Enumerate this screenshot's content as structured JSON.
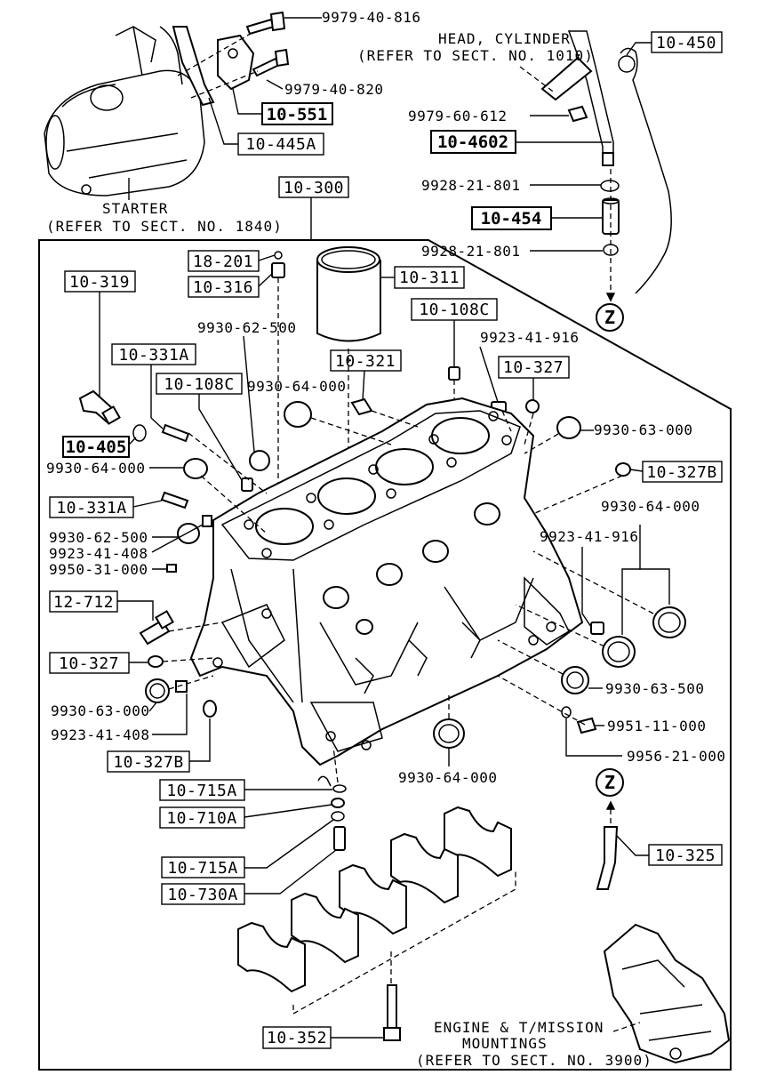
{
  "notes": {
    "head_title": "HEAD, CYLINDER",
    "head_ref": "(REFER TO SECT. NO. 1010)",
    "starter_title": "STARTER",
    "starter_ref": "(REFER TO SECT. NO. 1840)",
    "mount_title_1": "ENGINE & T/MISSION",
    "mount_title_2": "MOUNTINGS",
    "mount_ref": "(REFER TO SECT. NO. 3900)"
  },
  "boxed_parts": {
    "p10_551": "10-551",
    "p10_445A": "10-445A",
    "p10_300": "10-300",
    "p10_450": "10-450",
    "p10_4602": "10-4602",
    "p10_454": "10-454",
    "p18_201": "18-201",
    "p10_316": "10-316",
    "p10_311": "10-311",
    "p10_319": "10-319",
    "p10_108C_a": "10-108C",
    "p10_331A_a": "10-331A",
    "p10_108C_b": "10-108C",
    "p10_321": "10-321",
    "p10_327_a": "10-327",
    "p10_405": "10-405",
    "p10_331A_b": "10-331A",
    "p10_327B_a": "10-327B",
    "p12_712": "12-712",
    "p10_327_b": "10-327",
    "p10_327B_b": "10-327B",
    "p10_715A_a": "10-715A",
    "p10_710A": "10-710A",
    "p10_715A_b": "10-715A",
    "p10_730A": "10-730A",
    "p10_325": "10-325",
    "p10_352": "10-352"
  },
  "plain_parts": {
    "n9979_40_816": "9979-40-816",
    "n9979_40_820": "9979-40-820",
    "n9979_60_612": "9979-60-612",
    "n9928_21_801_a": "9928-21-801",
    "n9928_21_801_b": "9928-21-801",
    "n9930_62_500_a": "9930-62-500",
    "n9923_41_916_a": "9923-41-916",
    "n9930_64_000_a": "9930-64-000",
    "n9930_64_000_b": "9930-64-000",
    "n9930_63_000_a": "9930-63-000",
    "n9930_64_000_c": "9930-64-000",
    "n9930_62_500_b": "9930-62-500",
    "n9923_41_408_a": "9923-41-408",
    "n9950_31_000": "9950-31-000",
    "n9923_41_916_b": "9923-41-916",
    "n9930_63_500": "9930-63-500",
    "n9930_63_000_b": "9930-63-000",
    "n9923_41_408_b": "9923-41-408",
    "n9951_11_000": "9951-11-000",
    "n9956_21_000": "9956-21-000",
    "n9930_64_000_d": "9930-64-000"
  },
  "markers": {
    "z_top": "Z",
    "z_bottom": "Z"
  }
}
